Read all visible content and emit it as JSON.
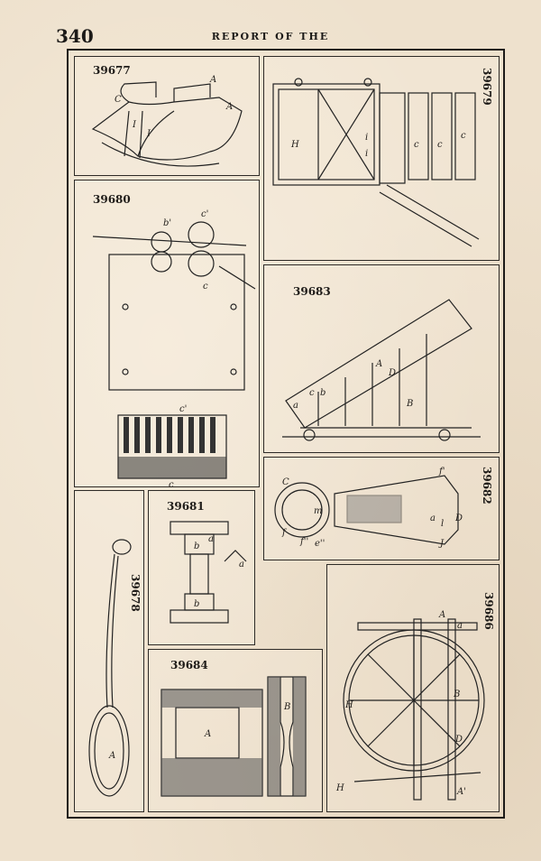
{
  "page": {
    "number": "340",
    "running_head": "REPORT OF THE"
  },
  "figures": [
    {
      "id": "fig-39677",
      "patent_number": "39677",
      "letters": [
        "A",
        "A",
        "C",
        "I",
        "I"
      ]
    },
    {
      "id": "fig-39679",
      "patent_number": "39679",
      "letters": [
        "H",
        "i",
        "i",
        "c",
        "c",
        "c"
      ]
    },
    {
      "id": "fig-39680",
      "patent_number": "39680",
      "letters": [
        "b'",
        "c'",
        "c",
        "c'",
        "c"
      ]
    },
    {
      "id": "fig-39683",
      "patent_number": "39683",
      "letters": [
        "A",
        "B",
        "D",
        "a",
        "b",
        "c"
      ]
    },
    {
      "id": "fig-39682",
      "patent_number": "39682",
      "letters": [
        "C",
        "m",
        "f'",
        "f''",
        "e''",
        "J",
        "D",
        "a",
        "l",
        "f"
      ]
    },
    {
      "id": "fig-39681",
      "patent_number": "39681",
      "letters": [
        "a",
        "b",
        "b",
        "a"
      ]
    },
    {
      "id": "fig-39678",
      "patent_number": "39678",
      "letters": [
        "A"
      ]
    },
    {
      "id": "fig-39686",
      "patent_number": "39686",
      "letters": [
        "A",
        "a",
        "B",
        "H",
        "D",
        "A'",
        "H"
      ]
    },
    {
      "id": "fig-39684",
      "patent_number": "39684",
      "letters": [
        "A",
        "B"
      ]
    }
  ]
}
